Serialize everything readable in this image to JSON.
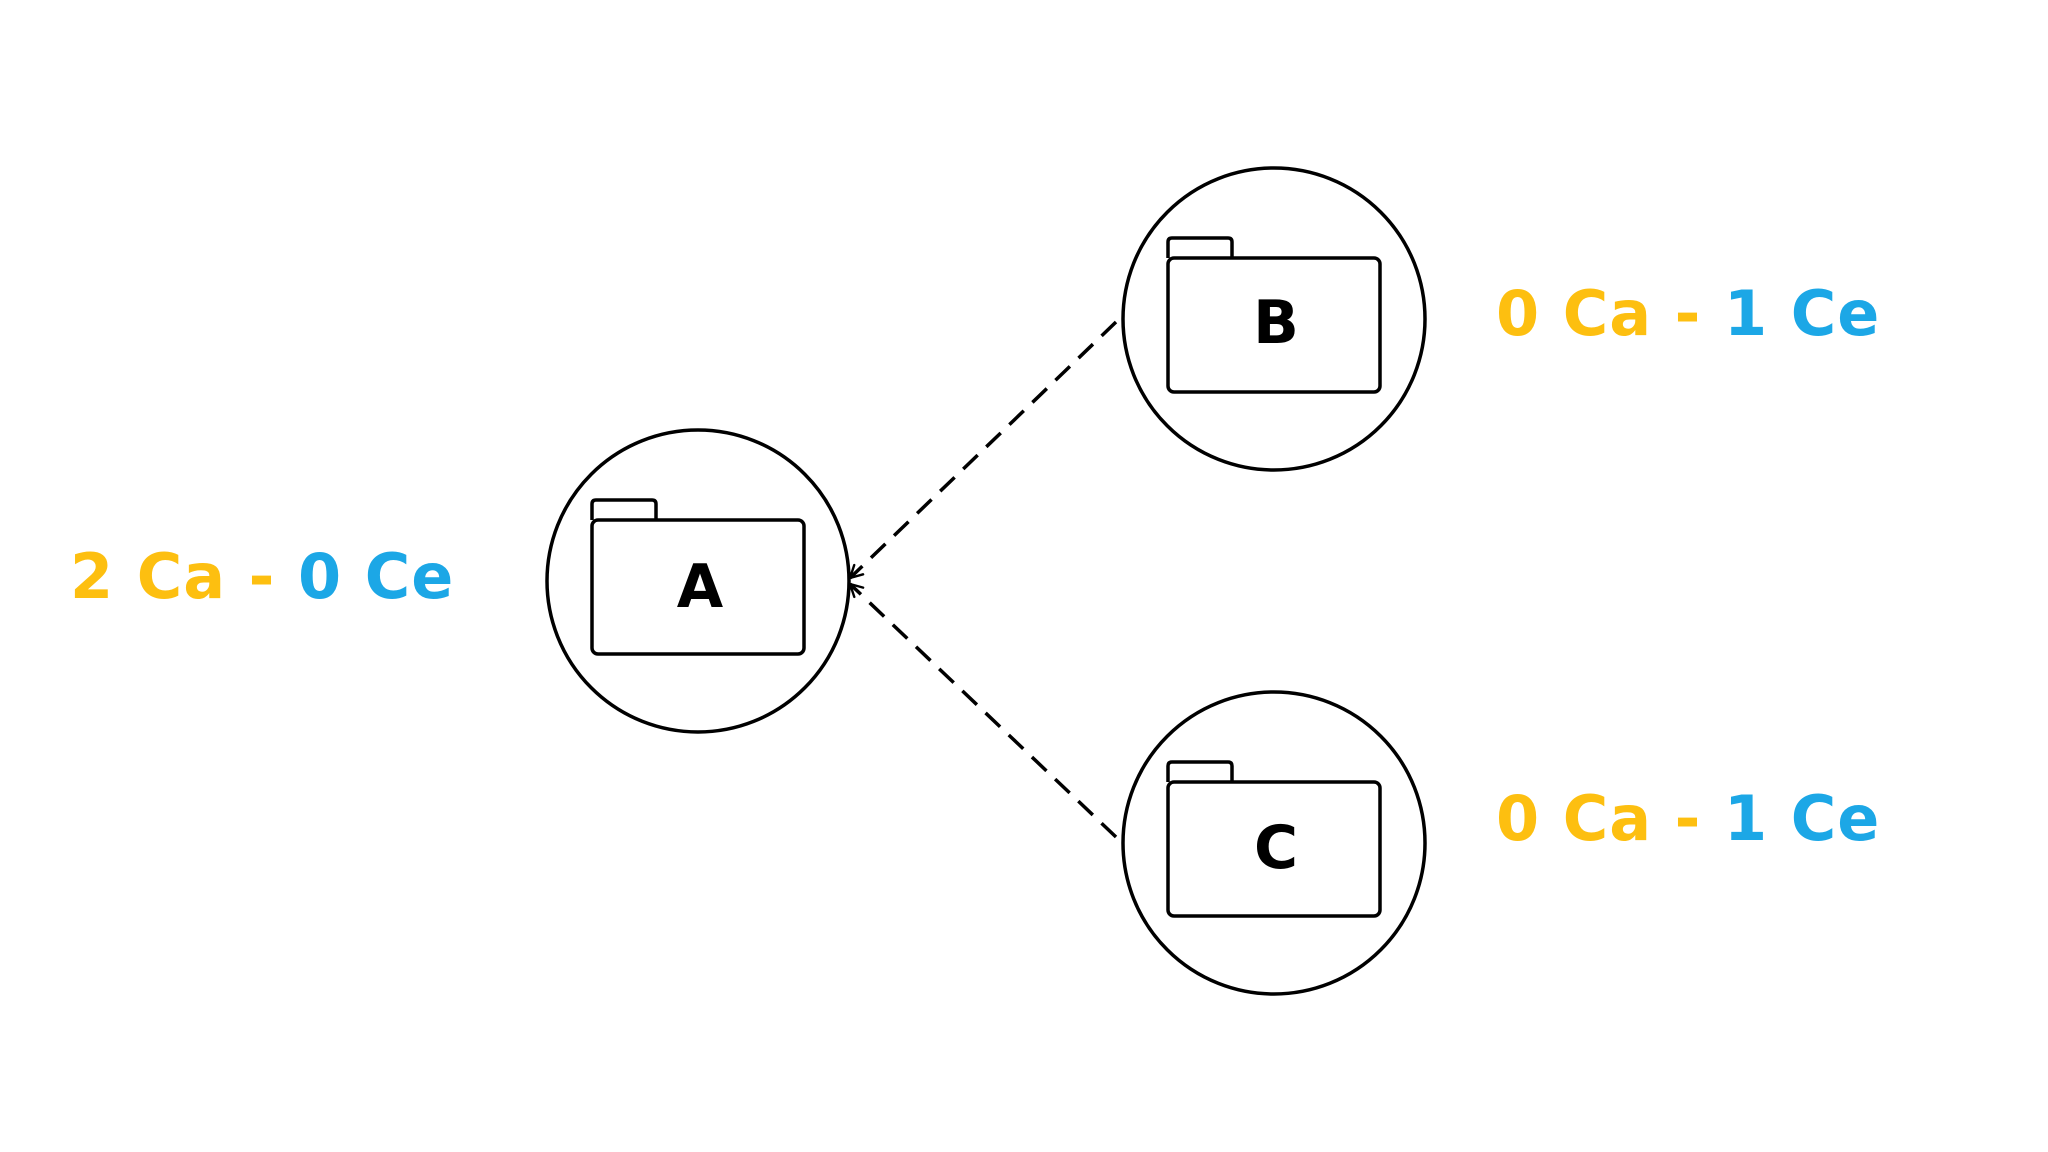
{
  "nodes": {
    "a": {
      "letter": "A",
      "metric": {
        "ca": "2 Ca",
        "sep": " - ",
        "ce": "0 Ce"
      }
    },
    "b": {
      "letter": "B",
      "metric": {
        "ca": "0 Ca",
        "sep": " - ",
        "ce": "1 Ce"
      }
    },
    "c": {
      "letter": "C",
      "metric": {
        "ca": "0 Ca",
        "sep": " - ",
        "ce": "1 Ce"
      }
    }
  },
  "edges": [
    {
      "from": "b",
      "to": "a",
      "style": "dashed-arrow"
    },
    {
      "from": "c",
      "to": "a",
      "style": "dashed-arrow"
    }
  ],
  "colors": {
    "afferent": "#FDBF10",
    "efferent": "#1CA7E6",
    "stroke": "#000000"
  },
  "icons": {
    "node": "folder-icon"
  }
}
